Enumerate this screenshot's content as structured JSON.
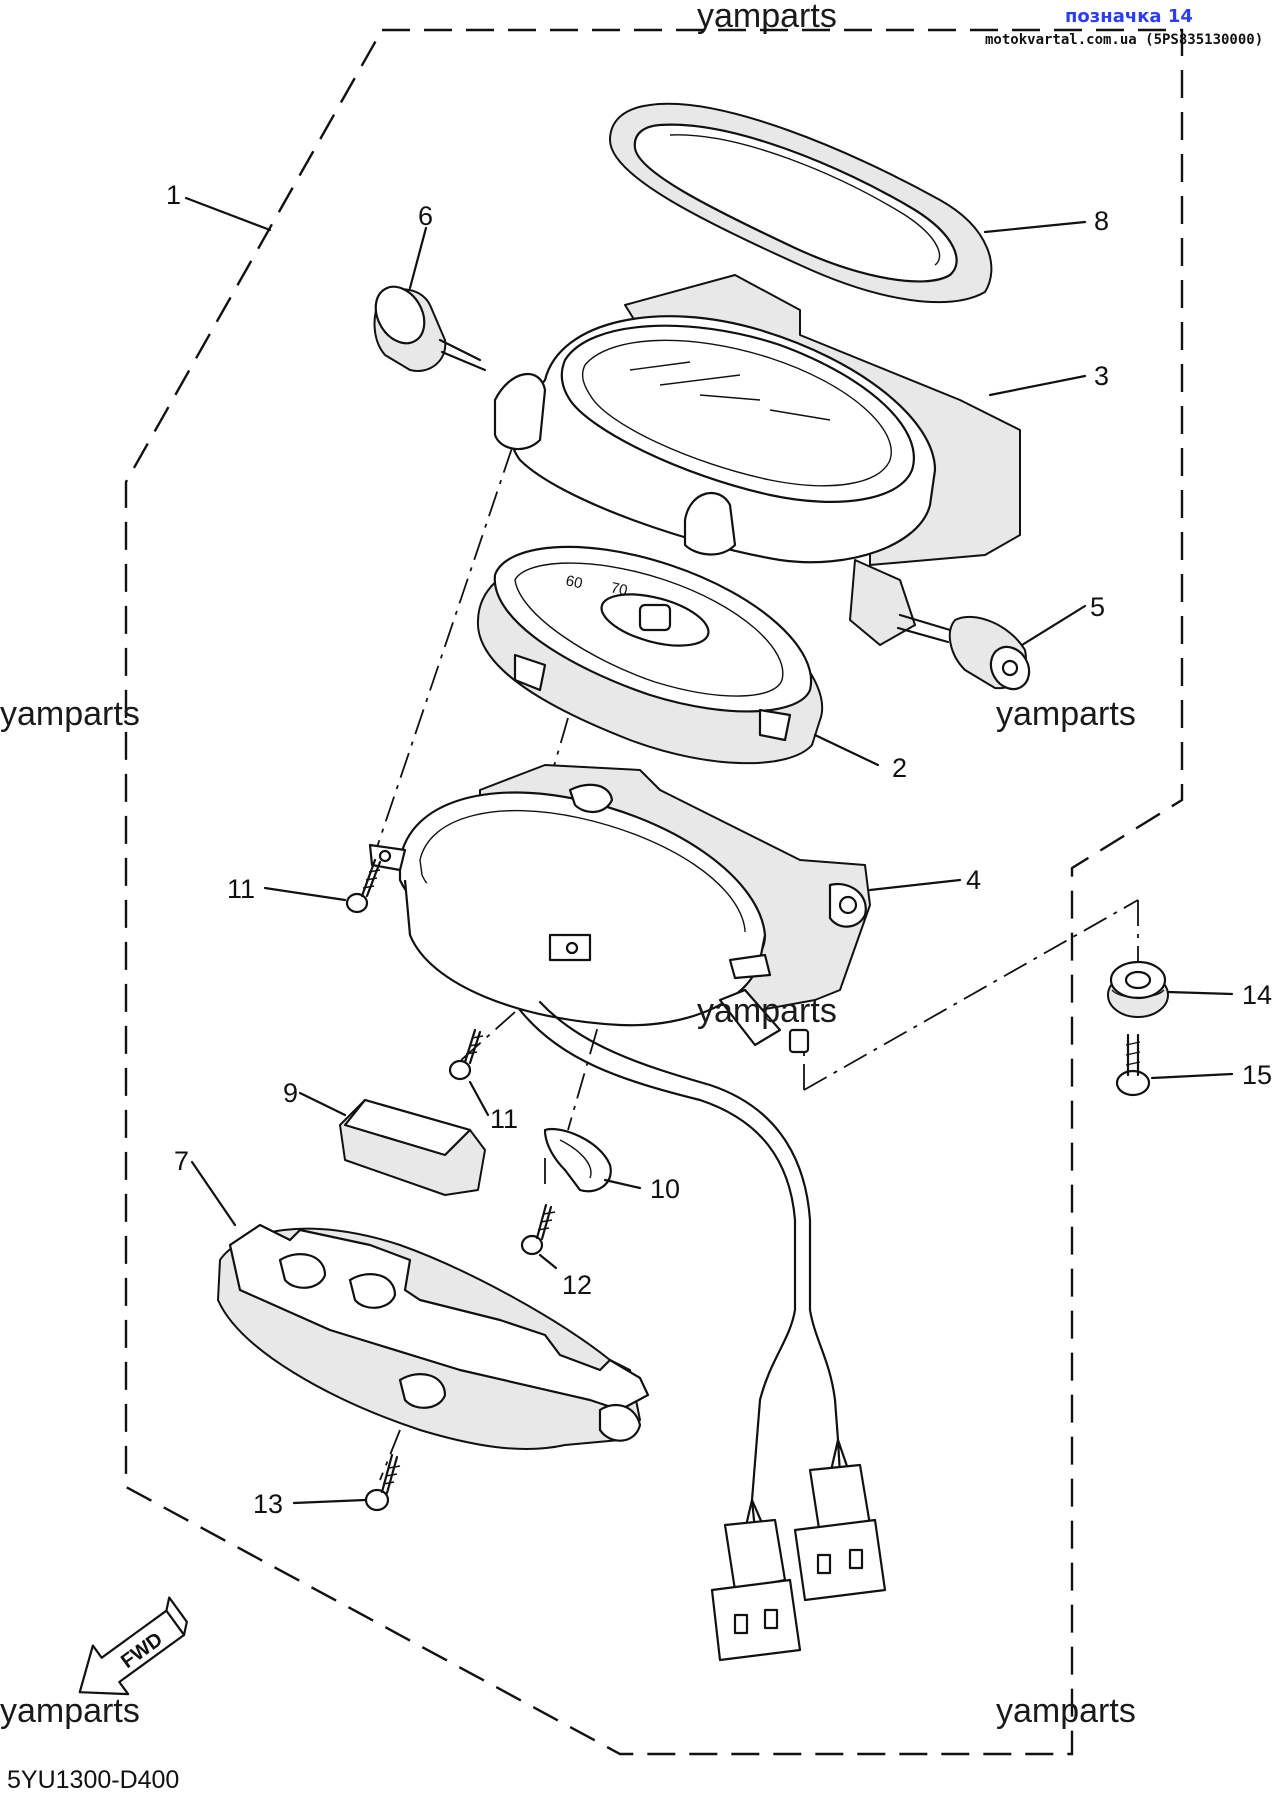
{
  "header": {
    "watermark_top": "yamparts",
    "tag_label": "позначка 14",
    "source_line": "motokvartal.com.ua (5PS835130000)"
  },
  "watermarks": [
    "yamparts",
    "yamparts",
    "yamparts",
    "yamparts",
    "yamparts"
  ],
  "callouts": [
    "1",
    "2",
    "3",
    "4",
    "5",
    "6",
    "7",
    "8",
    "9",
    "10",
    "11",
    "11",
    "12",
    "13",
    "14",
    "15"
  ],
  "dial_text": [
    "60",
    "70"
  ],
  "fwd_label": "FWD",
  "diagram_code": "5YU1300-D400"
}
